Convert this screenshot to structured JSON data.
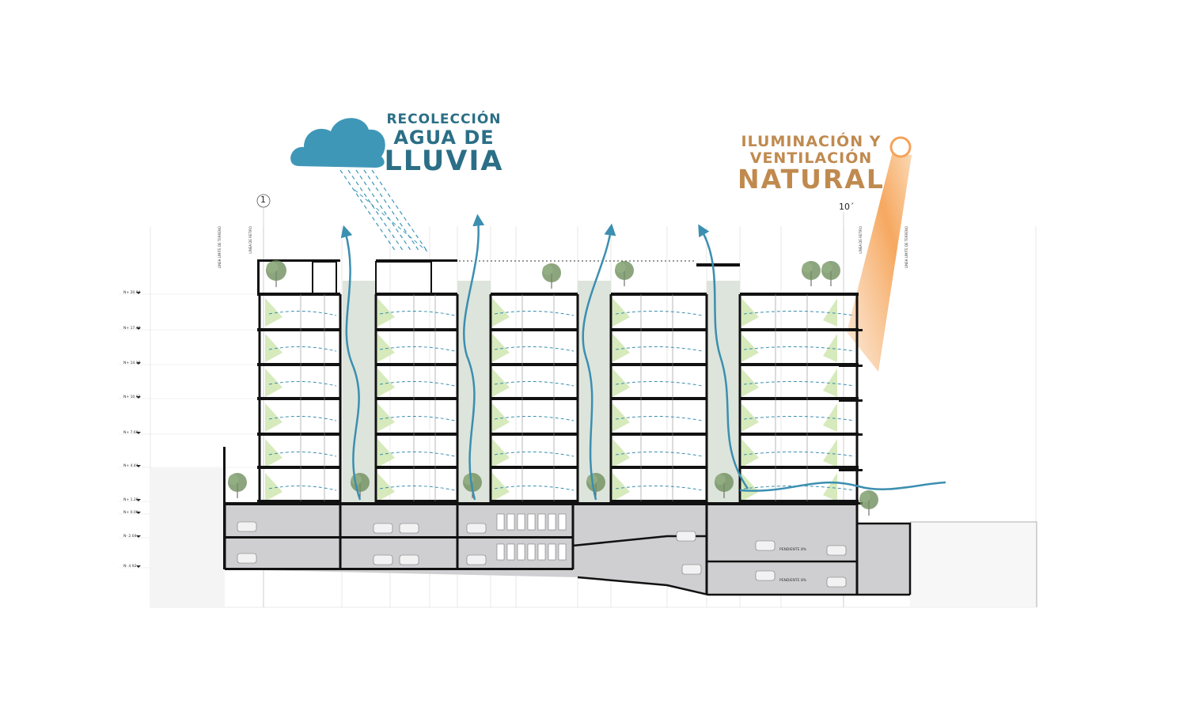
{
  "titles": {
    "rain": {
      "line1": "RECOLECCIÓN",
      "line2": "AGUA DE",
      "line3": "LLUVIA"
    },
    "light": {
      "line1": "ILUMINACIÓN Y",
      "line2": "VENTILACIÓN",
      "line3": "NATURAL"
    }
  },
  "axes": {
    "left": "1",
    "right": "10´"
  },
  "levels": [
    "N+ 20.94",
    "N+ 17.40",
    "N+ 14.16",
    "N+ 10.92",
    "N+ 7.68",
    "N+ 4.44",
    "N+ 1.20",
    "N+ 0.00",
    "N- 2.04",
    "N- 4.92"
  ],
  "boundary_labels": [
    "LÍNEA LÍMITE DE TERRENO",
    "LÍNEA DE RETIRO",
    "LÍNEA DE RETIRO",
    "LÍNEA LÍMITE DE TERRENO"
  ],
  "ramp_labels": [
    "PENDIENTE 8%",
    "PENDIENTE 8%"
  ],
  "colors": {
    "rain": "#2b6f86",
    "cloud": "#3f97b8",
    "airflow": "#3b8fb0",
    "light_text": "#c08a4f",
    "sun_beam": "#f5a25a",
    "structure": "#111111",
    "basement": "#cfcfd1",
    "lightwell": "#dde4dc",
    "light_wedge": "#cfe6b0",
    "vegetation": "#6f8f5e"
  }
}
